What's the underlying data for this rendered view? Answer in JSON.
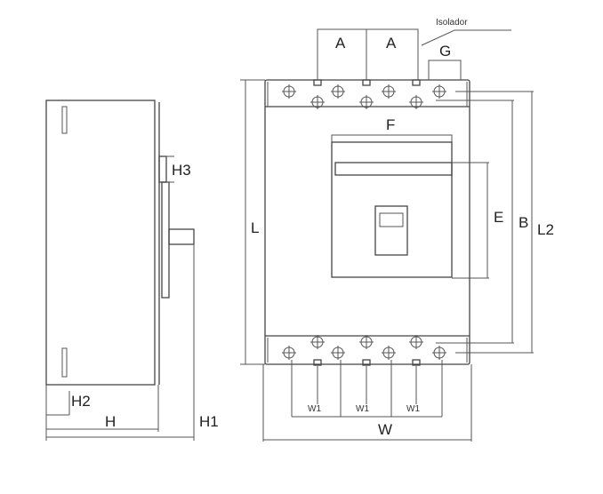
{
  "title": "Circuit breaker dimension drawing",
  "labels": {
    "isolador": "Isolador",
    "a1": "A",
    "a2": "A",
    "g": "G",
    "f": "F",
    "e": "E",
    "b": "B",
    "l2": "L2",
    "l": "L",
    "w": "W",
    "w1_1": "W1",
    "w1_2": "W1",
    "w1_3": "W1",
    "h": "H",
    "h1": "H1",
    "h2": "H2",
    "h3": "H3"
  }
}
